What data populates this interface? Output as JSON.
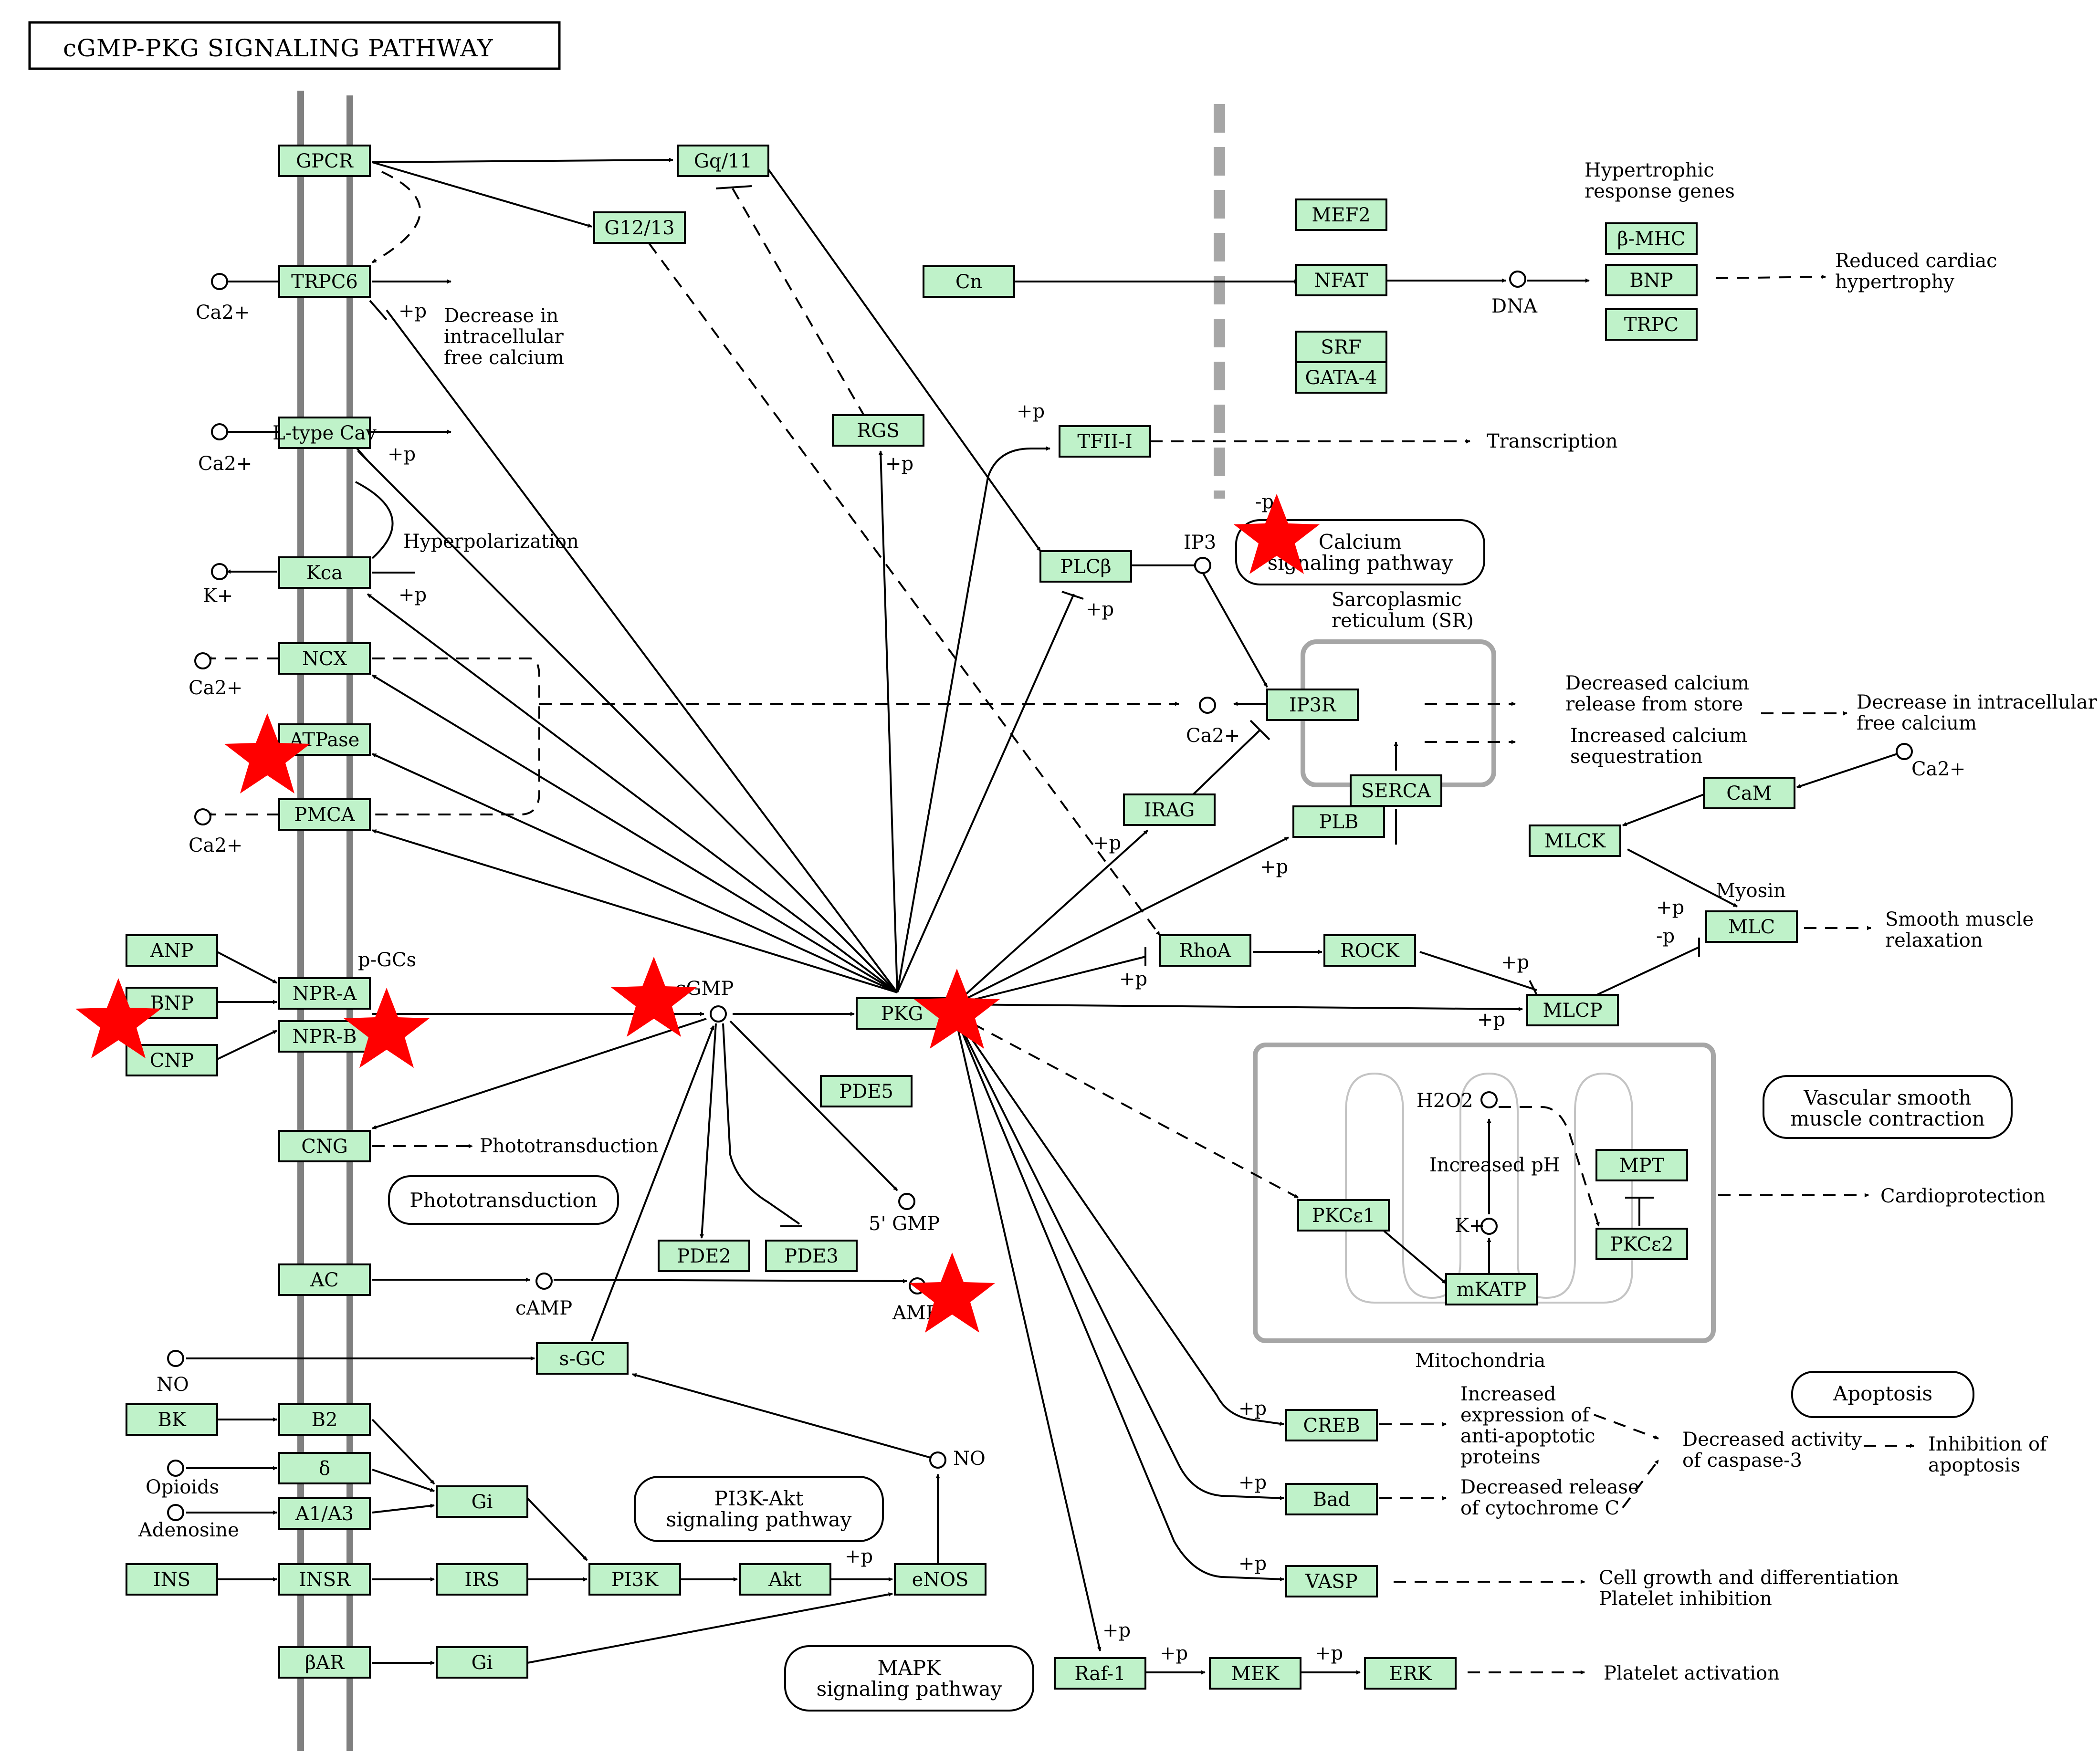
{
  "title": "cGMP-PKG SIGNALING PATHWAY",
  "genes": {
    "gpcr": "GPCR",
    "gq11": "Gq/11",
    "g1213": "G12/13",
    "trpc6": "TRPC6",
    "cn": "Cn",
    "ltypecav": "L-type Cav",
    "rgs": "RGS",
    "tfii": "TFII-I",
    "kca": "Kca",
    "plcb": "PLCβ",
    "ncx": "NCX",
    "atpase": "ATPase",
    "ip3r": "IP3R",
    "pmca": "PMCA",
    "irag": "IRAG",
    "plb": "PLB",
    "serca": "SERCA",
    "anp": "ANP",
    "npra": "NPR-A",
    "bnp_l": "BNP",
    "nprb": "NPR-B",
    "cnp": "CNP",
    "pkg": "PKG",
    "rhoa": "RhoA",
    "rock": "ROCK",
    "mlcp": "MLCP",
    "mlc": "MLC",
    "mlck": "MLCK",
    "cam": "CaM",
    "pde5": "PDE5",
    "cng": "CNG",
    "pde2": "PDE2",
    "pde3": "PDE3",
    "ac": "AC",
    "sgc": "s-GC",
    "bk": "BK",
    "b2": "B2",
    "delta": "δ",
    "a1a3": "A1/A3",
    "gi1": "Gi",
    "pi3k": "PI3K",
    "akt": "Akt",
    "enos": "eNOS",
    "ins": "INS",
    "insr": "INSR",
    "irs": "IRS",
    "bar": "βAR",
    "gi2": "Gi",
    "raf1": "Raf-1",
    "mek": "MEK",
    "erk": "ERK",
    "creb": "CREB",
    "bad": "Bad",
    "vasp": "VASP",
    "pkce1": "PKCε1",
    "pkce2": "PKCε2",
    "mkatp": "mKATP",
    "mpt": "MPT",
    "mef2": "MEF2",
    "nfat": "NFAT",
    "srf": "SRF",
    "gata4": "GATA-4",
    "bmhc": "β-MHC",
    "bnp_r": "BNP",
    "trpc": "TRPC"
  },
  "compounds": {
    "ca2": "Ca2+",
    "k": "K+",
    "k2": "K+",
    "cgmp": "cGMP",
    "gmp5": "5' GMP",
    "camp": "cAMP",
    "amp": "AMP",
    "no1": "NO",
    "no2": "NO",
    "opioids": "Opioids",
    "adenosine": "Adenosine",
    "ip3": "IP3",
    "dna": "DNA",
    "h2o2": "H2O2"
  },
  "labels": {
    "decrease_calcium": [
      "Decrease in",
      "intracellular",
      "free calcium"
    ],
    "hyperpolarization": "Hyperpolarization",
    "pgcs": "p-GCs",
    "phototransduction_arrow": "Phototransduction",
    "transcription": "Transcription",
    "hypertrophic": [
      "Hypertrophic",
      "response genes"
    ],
    "reduced_cardiac": [
      "Reduced cardiac",
      "hypertrophy"
    ],
    "sarcoplasmic": [
      "Sarcoplasmic",
      "reticulum (SR)"
    ],
    "decreased_release": [
      "Decreased calcium",
      "release from store"
    ],
    "increased_seq": [
      "Increased calcium",
      "sequestration"
    ],
    "decrease_intra": [
      "Decrease in intracellular",
      "free calcium"
    ],
    "myosin": "Myosin",
    "smooth_muscle": [
      "Smooth muscle",
      "relaxation"
    ],
    "increased_ph": "Increased pH",
    "mitochondria": "Mitochondria",
    "cardioprotection": "Cardioprotection",
    "increased_expr": [
      "Increased",
      "expression of",
      "anti-apoptotic",
      "proteins"
    ],
    "decreased_cyto": [
      "Decreased release",
      "of cytochrome C"
    ],
    "decreased_caspase": [
      "Decreased activity",
      "of caspase-3"
    ],
    "inhibition_apop": [
      "Inhibition of",
      "apoptosis"
    ],
    "cell_growth": [
      "Cell growth and differentiation",
      "Platelet inhibition"
    ],
    "platelet_act": "Platelet activation",
    "plus_p": "+p",
    "minus_p": "-p"
  },
  "pathway_boxes": {
    "phototransduction": "Phototransduction",
    "calcium": [
      "Calcium",
      "signaling pathway"
    ],
    "vascular": [
      "Vascular smooth",
      "muscle contraction"
    ],
    "apoptosis": "Apoptosis",
    "pi3k": [
      "PI3K-Akt",
      "signaling pathway"
    ],
    "mapk": [
      "MAPK",
      "signaling pathway"
    ]
  },
  "colors": {
    "gene_fill": "#bff2c9",
    "highlight_star": "#ff0000",
    "membrane": "#808080"
  }
}
